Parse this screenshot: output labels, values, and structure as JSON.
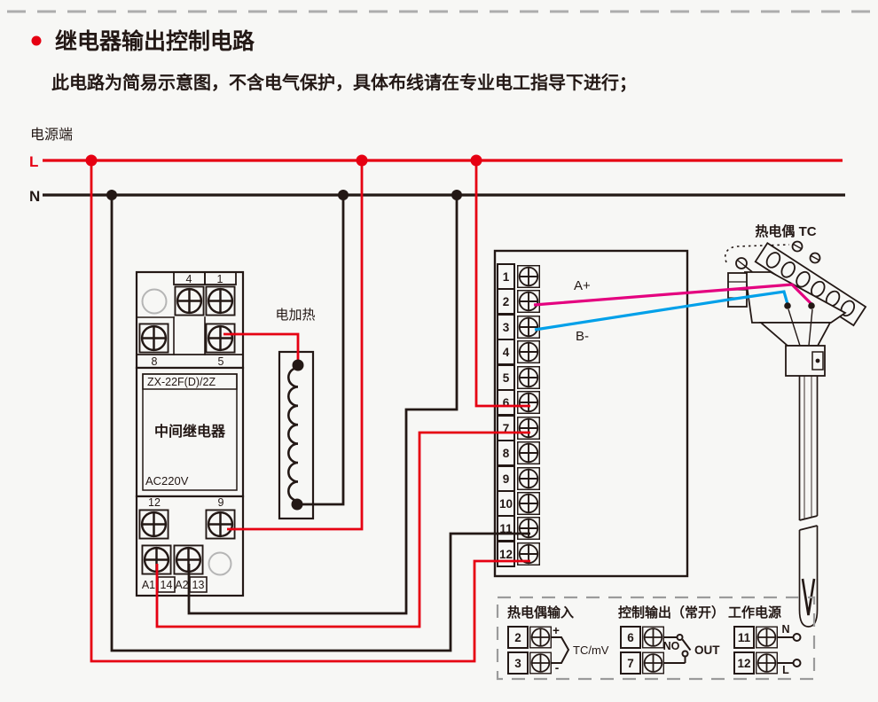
{
  "header": {
    "title": "继电器输出控制电路",
    "subtitle": "此电路为简易示意图，不含电气保护，具体布线请在专业电工指导下进行；"
  },
  "power": {
    "label": "电源端",
    "line_l": "L",
    "line_n": "N"
  },
  "relay": {
    "model": "ZX-22F(D)/2Z",
    "name": "中间继电器",
    "voltage": "AC220V",
    "terminals_top": [
      "4",
      "1"
    ],
    "terminals_mid": [
      "8",
      "5"
    ],
    "terminals_bottom": [
      "12",
      "9"
    ],
    "coil_labels": [
      "A1",
      "14",
      "A2",
      "13"
    ]
  },
  "heater": {
    "label": "电加热"
  },
  "instrument": {
    "terminals": [
      "1",
      "2",
      "3",
      "4",
      "5",
      "6",
      "7",
      "8",
      "9",
      "10",
      "11",
      "12"
    ],
    "wire_a": "A+",
    "wire_b": "B-"
  },
  "thermocouple": {
    "label": "热电偶 TC"
  },
  "legend": {
    "input": {
      "title": "热电偶输入",
      "terminals": [
        "2",
        "3"
      ],
      "plus": "+",
      "minus": "-",
      "signal": "TC/mV"
    },
    "output": {
      "title": "控制输出（常开）",
      "terminals": [
        "6",
        "7"
      ],
      "no": "NO",
      "out": "OUT"
    },
    "supply": {
      "title": "工作电源",
      "terminals": [
        "11",
        "12"
      ],
      "n": "N",
      "l": "L"
    }
  },
  "colors": {
    "live_red": "#e60012",
    "wire_magenta": "#e4007f",
    "wire_blue": "#00a0e9",
    "ink": "#231815",
    "gray": "#9b9b9b",
    "background": "#f7f7f5"
  }
}
